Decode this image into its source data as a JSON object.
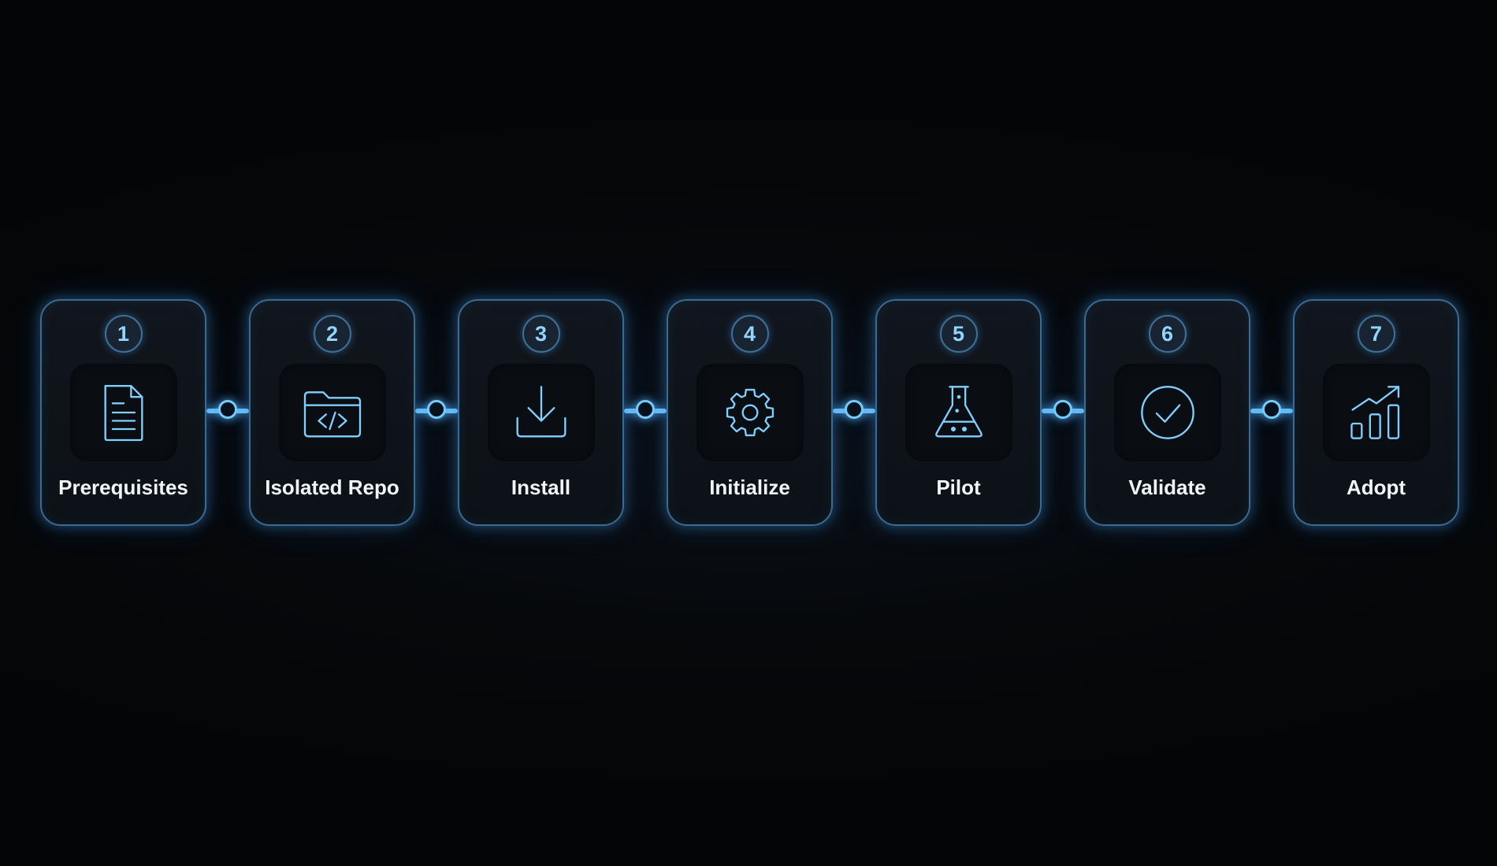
{
  "steps": [
    {
      "number": "1",
      "label": "Prerequisites",
      "icon": "document-icon"
    },
    {
      "number": "2",
      "label": "Isolated Repo",
      "icon": "code-folder-icon"
    },
    {
      "number": "3",
      "label": "Install",
      "icon": "download-icon"
    },
    {
      "number": "4",
      "label": "Initialize",
      "icon": "gear-icon"
    },
    {
      "number": "5",
      "label": "Pilot",
      "icon": "flask-icon"
    },
    {
      "number": "6",
      "label": "Validate",
      "icon": "check-circle-icon"
    },
    {
      "number": "7",
      "label": "Adopt",
      "icon": "growth-chart-icon"
    }
  ],
  "colors": {
    "background": "#050608",
    "accent": "#7fcfff",
    "card_border": "#3a6b93",
    "label_text": "#f2f5f8"
  }
}
